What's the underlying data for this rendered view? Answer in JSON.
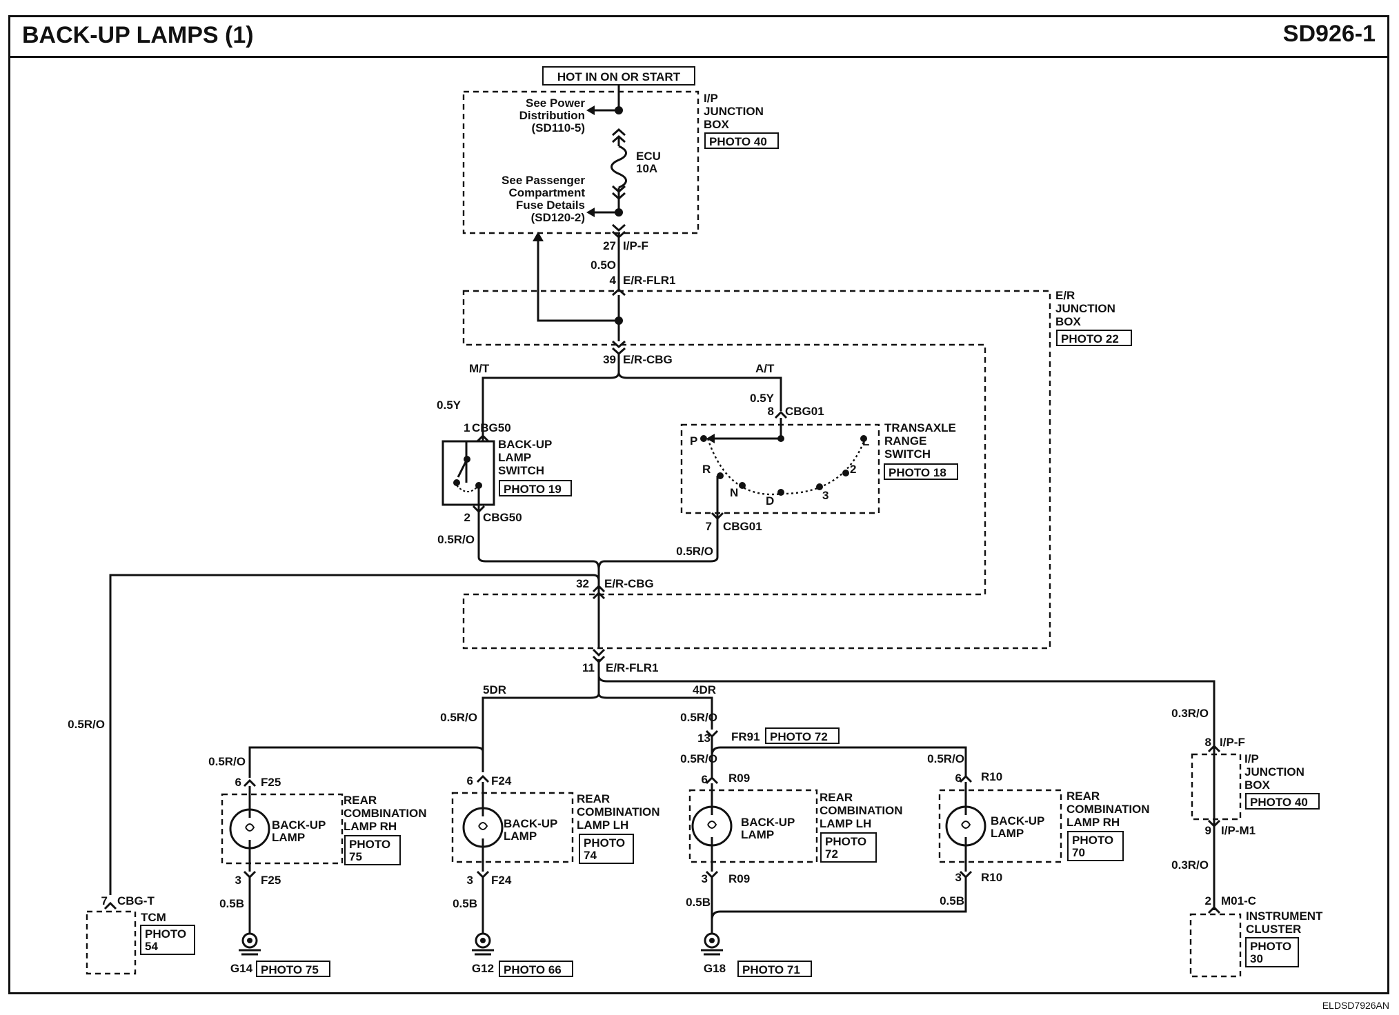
{
  "header": {
    "title": "BACK-UP LAMPS (1)",
    "code": "SD926-1"
  },
  "footer": {
    "ref": "ELDSD7926AN"
  },
  "power": {
    "label": "HOT IN ON OR START"
  },
  "ipjb": {
    "l1": "I/P",
    "l2": "JUNCTION",
    "l3": "BOX",
    "photo": "PHOTO 40",
    "n1a": "See Power",
    "n1b": "Distribution",
    "n1c": "(SD110-5)",
    "n2a": "See Passenger",
    "n2b": "Compartment",
    "n2c": "Fuse Details",
    "n2d": "(SD120-2)",
    "fuse1": "ECU",
    "fuse2": "10A"
  },
  "erjb": {
    "l1": "E/R",
    "l2": "JUNCTION",
    "l3": "BOX",
    "photo": "PHOTO 22"
  },
  "c1": {
    "pin": "27",
    "name": "I/P-F",
    "wire": "0.5O"
  },
  "c2": {
    "pin": "4",
    "name": "E/R-FLR1"
  },
  "c3": {
    "pin": "39",
    "name": "E/R-CBG"
  },
  "mt": "M/T",
  "at": "A/T",
  "bls": {
    "l1": "BACK-UP",
    "l2": "LAMP",
    "l3": "SWITCH",
    "photo": "PHOTO 19",
    "pin1": "1",
    "conn1": "CBG50",
    "pin2": "2",
    "conn2": "CBG50",
    "w1": "0.5Y",
    "w2": "0.5R/O"
  },
  "trs": {
    "l1": "TRANSAXLE",
    "l2": "RANGE",
    "l3": "SWITCH",
    "photo": "PHOTO 18",
    "pin1": "8",
    "conn1": "CBG01",
    "pin2": "7",
    "conn2": "CBG01",
    "w1": "0.5Y",
    "w2": "0.5R/O",
    "p": "P",
    "r": "R",
    "n": "N",
    "d": "D",
    "l": "L",
    "two": "2",
    "three": "3"
  },
  "c4": {
    "pin": "32",
    "name": "E/R-CBG"
  },
  "c5": {
    "pin": "11",
    "name": "E/R-FLR1"
  },
  "dr5": "5DR",
  "dr4": "4DR",
  "wires": {
    "tcm": "0.5R/O",
    "l5": "0.5R/O",
    "l4": "0.5R/O",
    "rh5": "0.5R/O",
    "lh4": "0.5R/O",
    "rh4": "0.5R/O",
    "ic1": "0.3R/O",
    "ic2": "0.3R/O"
  },
  "fr91": {
    "pin": "13",
    "name": "FR91",
    "photo": "PHOTO 72"
  },
  "lamp": "BACK-UP",
  "lamp2": "LAMP",
  "rc": "REAR",
  "comb": "COMBINATION",
  "l1": {
    "side": "LAMP RH",
    "pt": "PHOTO",
    "pn": "75",
    "pin1": "6",
    "c1": "F25",
    "pin2": "3",
    "c2": "F25",
    "w": "0.5B",
    "g": "G14",
    "gp": "PHOTO 75"
  },
  "l2": {
    "side": "LAMP LH",
    "pt": "PHOTO",
    "pn": "74",
    "pin1": "6",
    "c1": "F24",
    "pin2": "3",
    "c2": "F24",
    "w": "0.5B",
    "g": "G12",
    "gp": "PHOTO 66"
  },
  "l3": {
    "side": "LAMP LH",
    "pt": "PHOTO",
    "pn": "72",
    "pin1": "6",
    "c1": "R09",
    "pin2": "3",
    "c2": "R09",
    "w": "0.5B",
    "g": "G18",
    "gp": "PHOTO 71"
  },
  "l4": {
    "side": "LAMP RH",
    "pt": "PHOTO",
    "pn": "70",
    "pin1": "6",
    "c1": "R10",
    "pin2": "3",
    "c2": "R10",
    "w": "0.5B"
  },
  "tcm": {
    "pin": "7",
    "conn": "CBG-T",
    "name": "TCM",
    "pt": "PHOTO",
    "pn": "54"
  },
  "ipjb2": {
    "pin1": "8",
    "c1": "I/P-F",
    "l1": "I/P",
    "l2": "JUNCTION",
    "l3": "BOX",
    "photo": "PHOTO 40",
    "pin2": "9",
    "c2": "I/P-M1"
  },
  "ic": {
    "pin": "2",
    "conn": "M01-C",
    "l1": "INSTRUMENT",
    "l2": "CLUSTER",
    "pt": "PHOTO",
    "pn": "30"
  }
}
